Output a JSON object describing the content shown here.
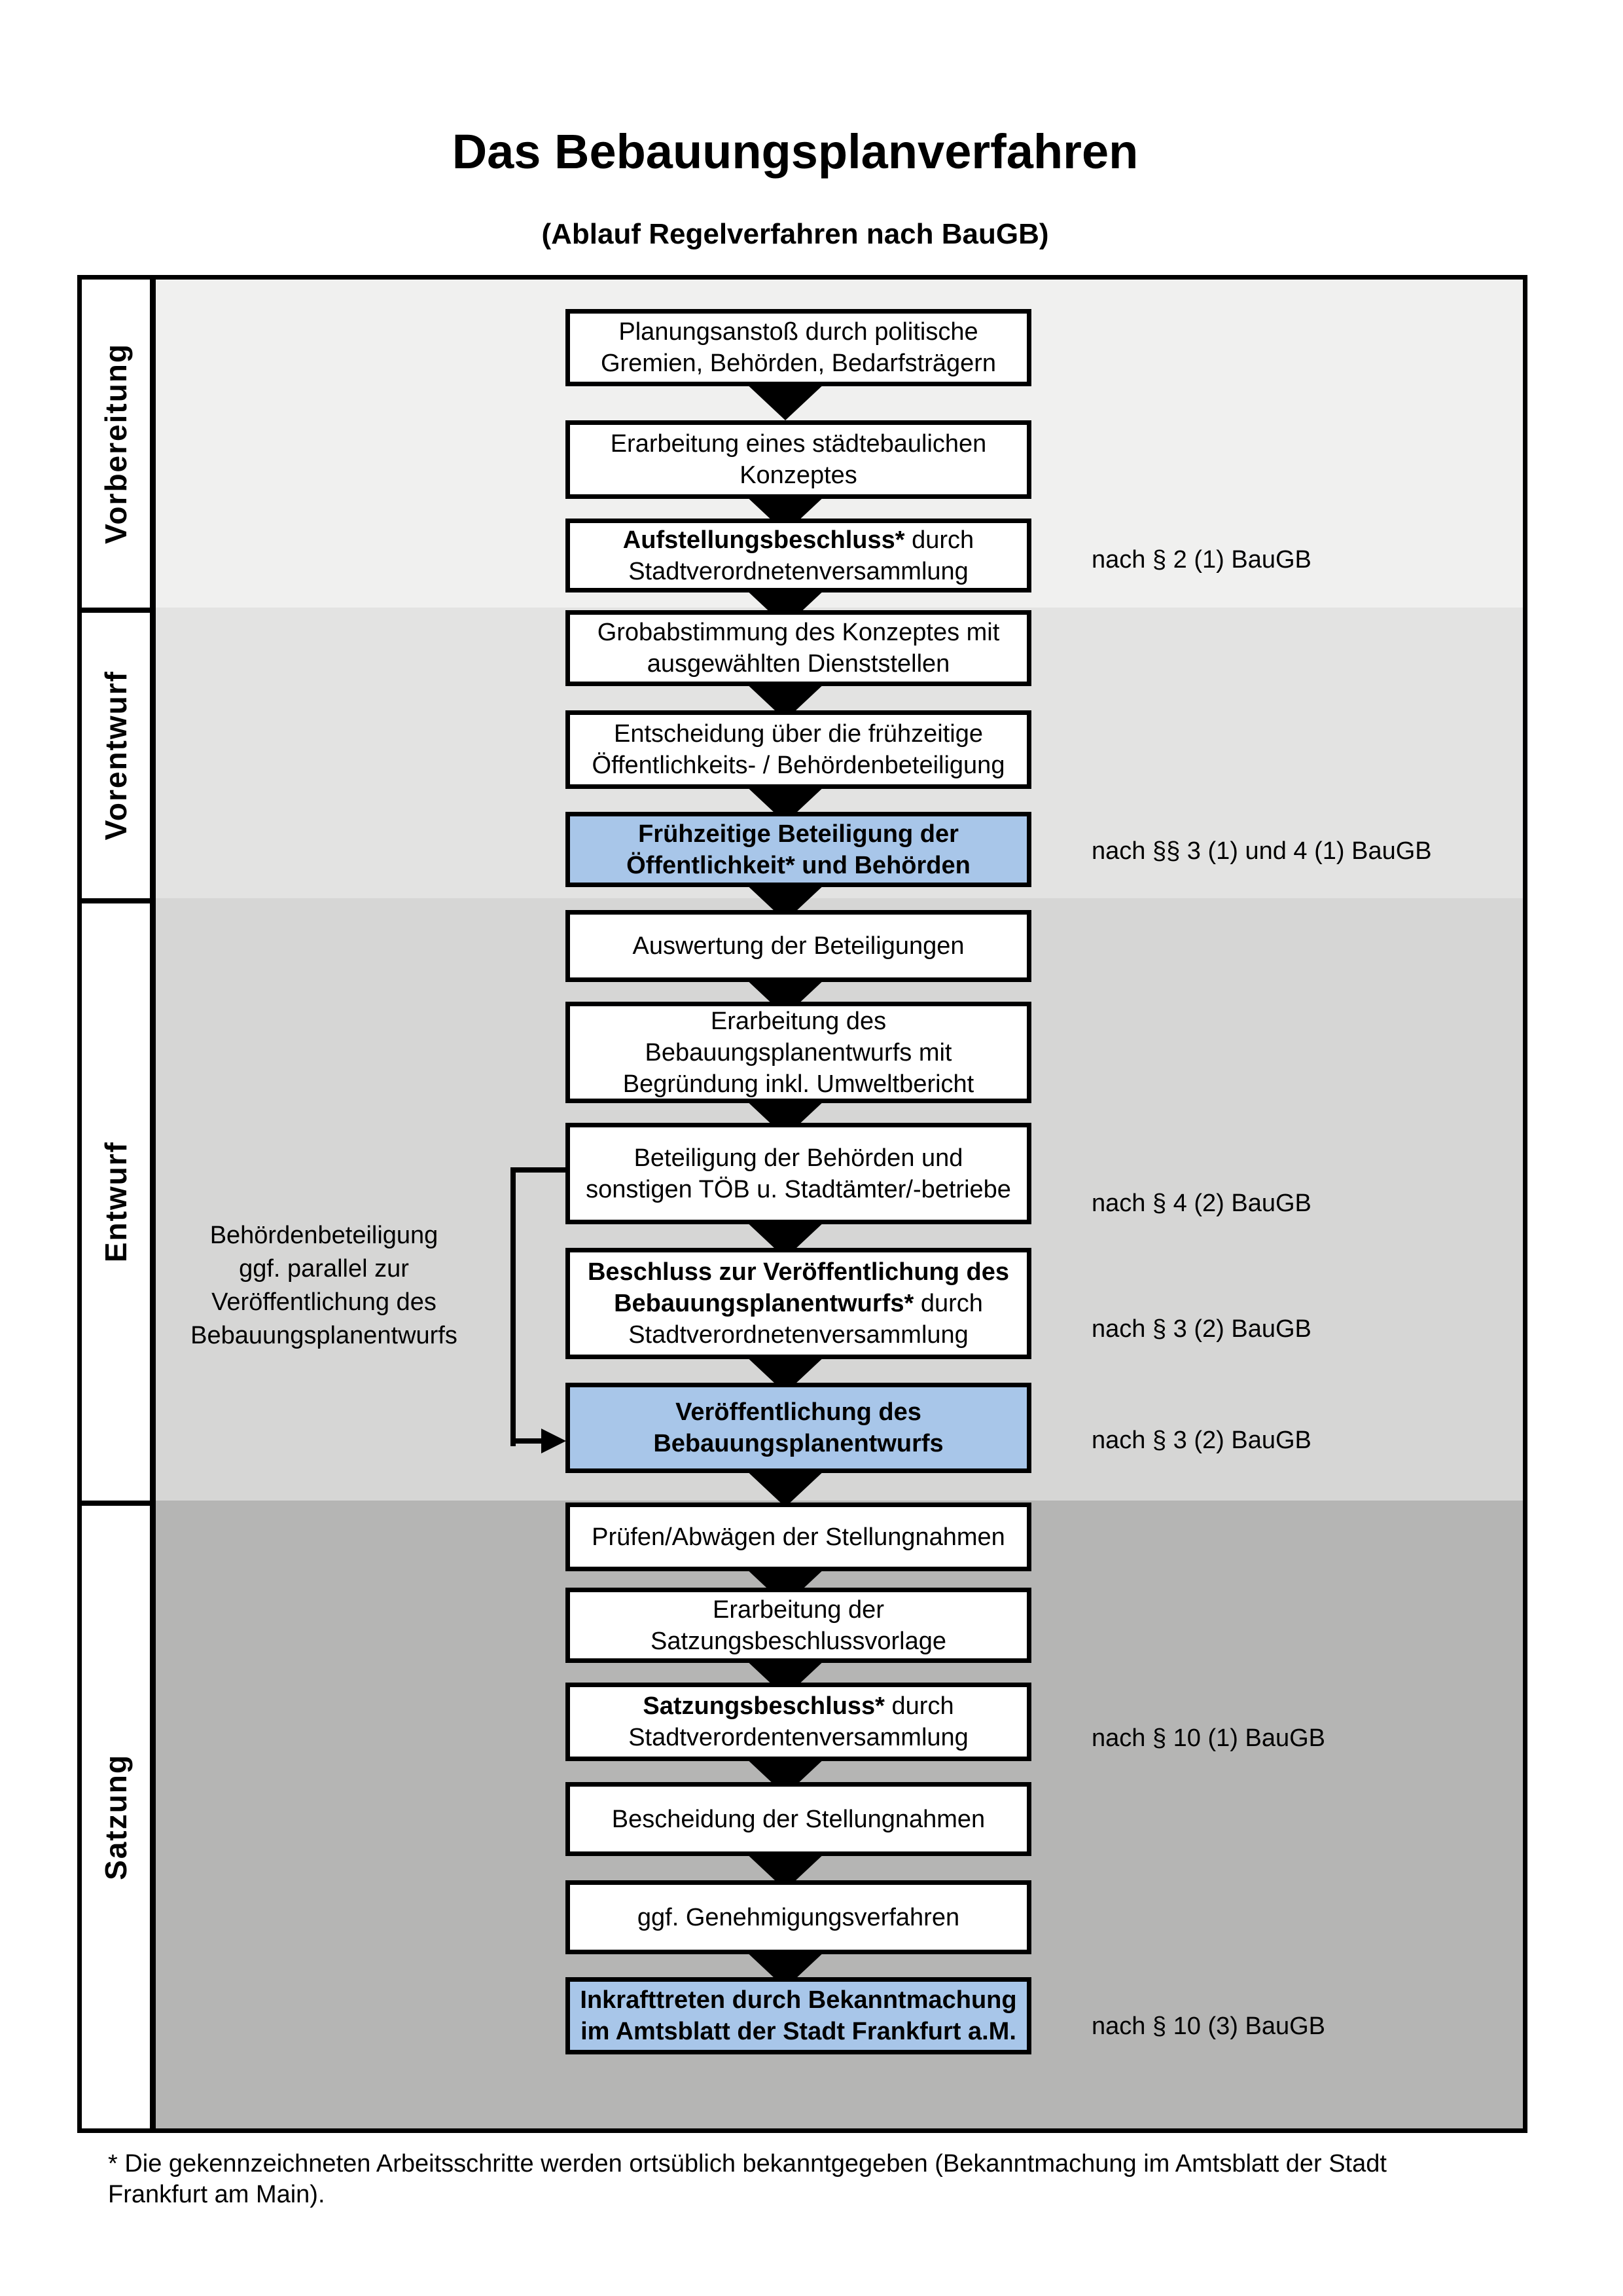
{
  "title": "Das Bebauungsplanverfahren",
  "subtitle": "(Ablauf Regelverfahren nach BauGB)",
  "colors": {
    "highlight_blue": "#a8c6e9",
    "band_vorbereitung": "#f0f0ef",
    "band_vorentwurf": "#e3e3e2",
    "band_entwurf": "#d6d6d5",
    "band_satzung": "#b5b5b4"
  },
  "phases": [
    {
      "label": "Vorbereitung"
    },
    {
      "label": "Vorentwurf"
    },
    {
      "label": "Entwurf"
    },
    {
      "label": "Satzung"
    }
  ],
  "boxes": [
    {
      "bold": "",
      "rest": "Planungsanstoß durch politische\nGremien, Behörden, Bedarfsträgern"
    },
    {
      "bold": "",
      "rest": "Erarbeitung eines städtebaulichen\nKonzeptes"
    },
    {
      "bold": "Aufstellungsbeschluss*",
      "rest": " durch\nStadtverordnetenversammlung"
    },
    {
      "bold": "",
      "rest": "Grobabstimmung des Konzeptes mit\nausgewählten Dienststellen"
    },
    {
      "bold": "",
      "rest": "Entscheidung über die frühzeitige\nÖffentlichkeits- / Behördenbeteiligung"
    },
    {
      "bold": "Frühzeitige Beteiligung der\nÖffentlichkeit* und Behörden",
      "rest": ""
    },
    {
      "bold": "",
      "rest": "Auswertung der Beteiligungen"
    },
    {
      "bold": "",
      "rest": "Erarbeitung des\nBebauungsplanentwurfs mit\nBegründung inkl. Umweltbericht"
    },
    {
      "bold": "",
      "rest": "Beteiligung der Behörden und\nsonstigen TÖB u. Stadtämter/-betriebe"
    },
    {
      "bold": "Beschluss zur Veröffentlichung des\nBebauungsplanentwurfs*",
      "rest": " durch\nStadtverordnetenversammlung"
    },
    {
      "bold": "Veröffentlichung des\nBebauungsplanentwurfs",
      "rest": ""
    },
    {
      "bold": "",
      "rest": "Prüfen/Abwägen der Stellungnahmen"
    },
    {
      "bold": "",
      "rest": "Erarbeitung der\nSatzungsbeschlussvorlage"
    },
    {
      "bold": "Satzungsbeschluss*",
      "rest": " durch\nStadtverordentenversammlung"
    },
    {
      "bold": "",
      "rest": "Bescheidung der Stellungnahmen"
    },
    {
      "bold": "",
      "rest": "ggf. Genehmigungsverfahren"
    },
    {
      "bold": "Inkrafttreten",
      "rest": " durch Bekanntmachung\nim Amtsblatt der Stadt Frankfurt a.M."
    }
  ],
  "refs": [
    {
      "text": "nach § 2 (1) BauGB"
    },
    {
      "text": "nach §§ 3 (1) und 4 (1) BauGB"
    },
    {
      "text": "nach § 4 (2) BauGB"
    },
    {
      "text": "nach § 3 (2) BauGB"
    },
    {
      "text": "nach § 3 (2) BauGB"
    },
    {
      "text": "nach § 10 (1) BauGB"
    },
    {
      "text": "nach § 10 (3) BauGB"
    }
  ],
  "side_note": "Behördenbeteiligung\nggf. parallel zur\nVeröffentlichung des\nBebauungsplanentwurfs",
  "footnote": "* Die gekennzeichneten Arbeitsschritte werden ortsüblich bekanntgegeben (Bekanntmachung im Amtsblatt  der Stadt\nFrankfurt am Main)."
}
